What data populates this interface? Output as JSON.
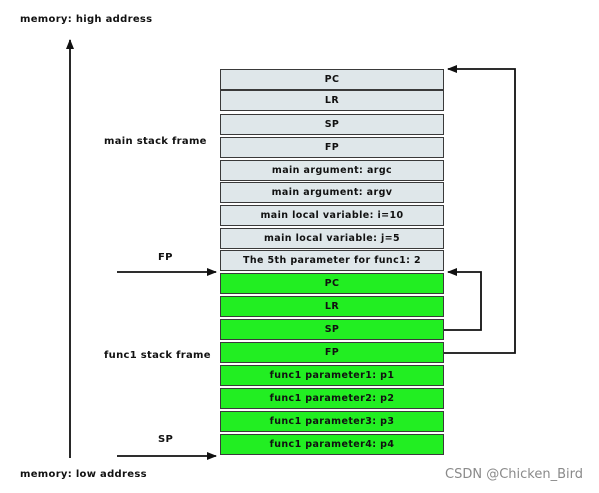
{
  "labels": {
    "high_address": "memory: high address",
    "low_address": "memory: low address",
    "main_frame": "main stack frame",
    "func1_frame": "func1 stack frame",
    "fp": "FP",
    "sp": "SP"
  },
  "main_cells": [
    "PC",
    "LR",
    "SP",
    "FP",
    "main argument:  argc",
    "main argument:  argv",
    "main local variable:  i=10",
    "main local variable:  j=5",
    "The 5th parameter for func1: 2"
  ],
  "func1_cells": [
    "PC",
    "LR",
    "SP",
    "FP",
    "func1 parameter1: p1",
    "func1 parameter2: p2",
    "func1 parameter3: p3",
    "func1 parameter4: p4"
  ],
  "watermark": "CSDN @Chicken_Bird",
  "colors": {
    "main_frame_fill": "#dfe7ea",
    "func1_frame_fill": "#22ee22",
    "border": "#3a3a3a"
  }
}
